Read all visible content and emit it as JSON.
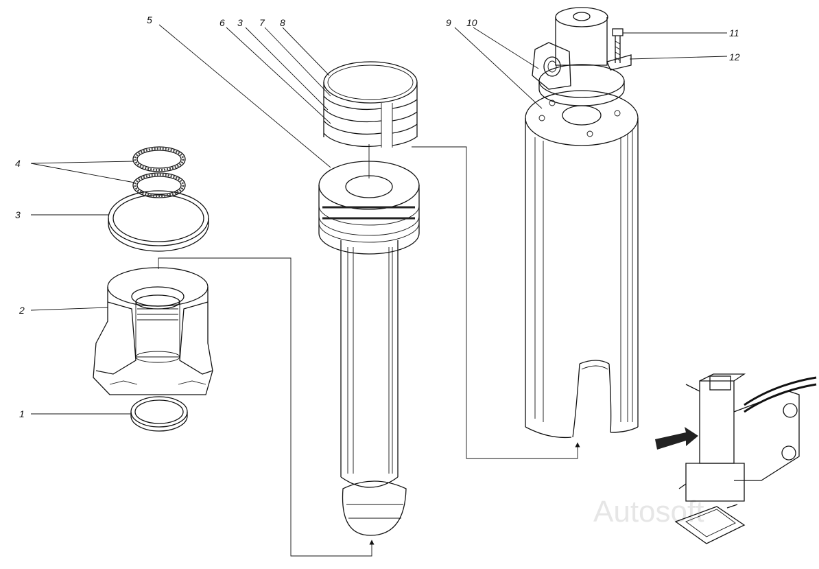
{
  "figure": {
    "callouts": [
      "1",
      "2",
      "3",
      "3",
      "4",
      "5",
      "6",
      "7",
      "8",
      "9",
      "10",
      "11",
      "12"
    ],
    "labels": {
      "c1": "1",
      "c2": "2",
      "c3_left": "3",
      "c3_top": "3",
      "c4": "4",
      "c5": "5",
      "c6": "6",
      "c7": "7",
      "c8": "8",
      "c9": "9",
      "c10": "10",
      "c11": "11",
      "c12": "12"
    },
    "watermark": "Autosoft",
    "parts": {
      "p1": "ring-seal",
      "p2": "gland-nut-cutaway",
      "p3": "o-ring",
      "p4": "backup-rings",
      "p5": "piston-rod",
      "p6_8": "piston-rings",
      "p9": "cylinder-body",
      "p10": "head-fitting",
      "p11": "bolt",
      "p12": "lock-plate"
    }
  }
}
